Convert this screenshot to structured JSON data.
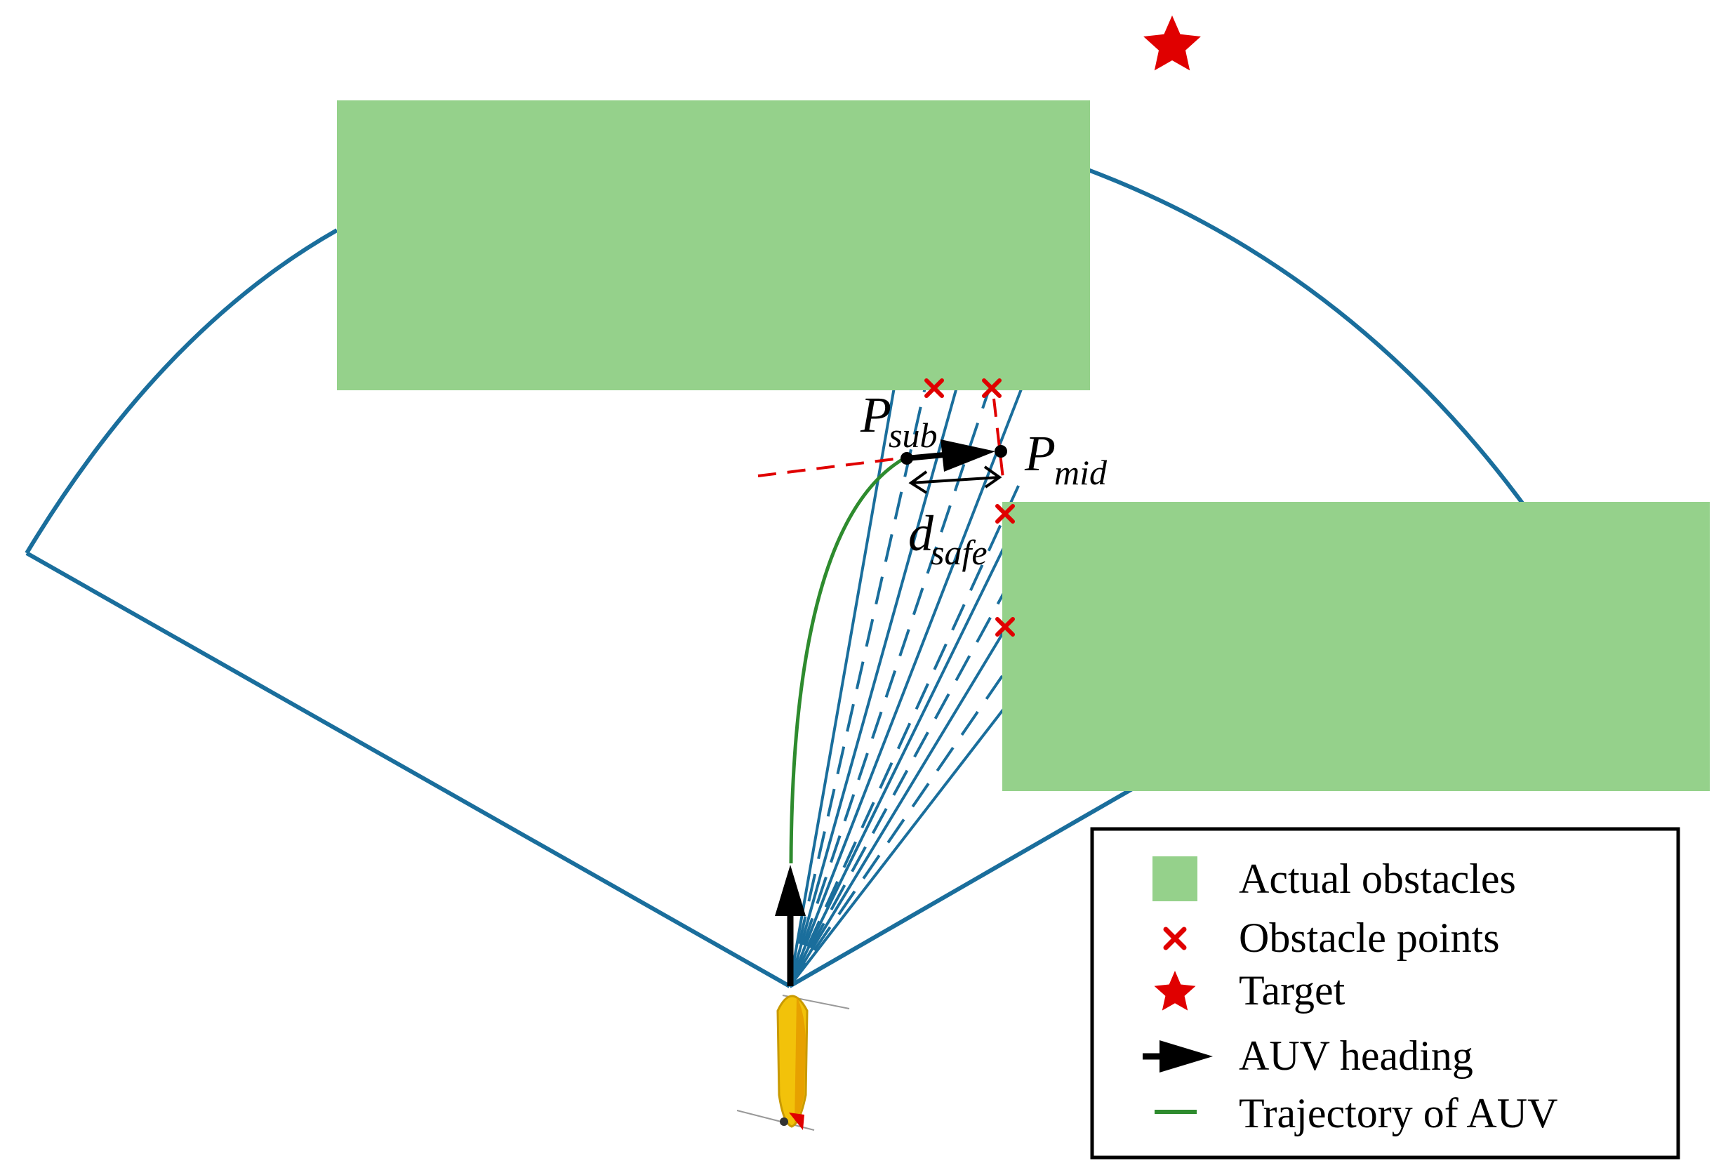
{
  "diagram": {
    "labels": {
      "p_sub": {
        "main": "P",
        "sub": "sub"
      },
      "p_mid": {
        "main": "P",
        "sub": "mid"
      },
      "d_safe": {
        "main": "d",
        "sub": "safe"
      }
    },
    "legend": {
      "items": [
        {
          "label": "Actual obstacles",
          "symbol": "square"
        },
        {
          "label": "Obstacle points",
          "symbol": "cross"
        },
        {
          "label": "Target",
          "symbol": "star"
        },
        {
          "label": "AUV heading",
          "symbol": "arrow"
        },
        {
          "label": "Trajectory of AUV",
          "symbol": "line"
        }
      ]
    },
    "colors": {
      "obstacle": "#95d18b",
      "sector": "#1a6e9c",
      "trajectory": "#2e8b2e",
      "marker": "#e00000",
      "arrow": "#000000",
      "auv_body": "#f2c20a"
    }
  }
}
